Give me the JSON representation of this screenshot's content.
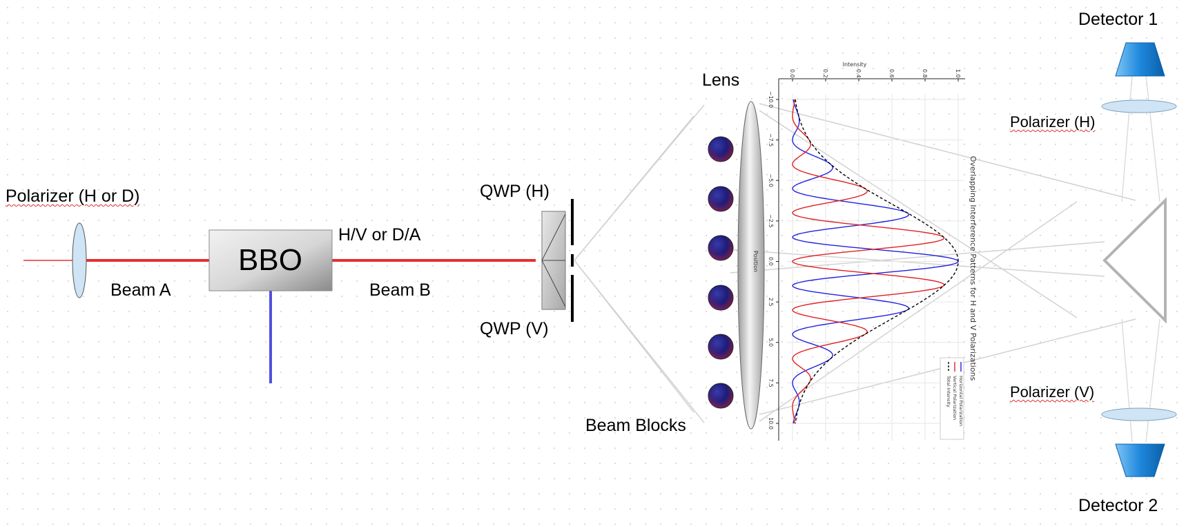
{
  "labels": {
    "polarizer_hd": "Polarizer (H or D)",
    "beam_a": "Beam A",
    "bbo": "BBO",
    "hv_da": "H/V or D/A",
    "beam_b": "Beam B",
    "qwp_h": "QWP (H)",
    "qwp_v": "QWP (V)",
    "lens": "Lens",
    "beam_blocks": "Beam Blocks",
    "detector_1": "Detector 1",
    "detector_2": "Detector 2",
    "polarizer_h": "Polarizer (H)",
    "polarizer_v": "Polarizer (V)"
  },
  "colors": {
    "beam_red": "#e53030",
    "beam_blue": "#5050e0",
    "optic_fill": "#cfe4f4",
    "detector": "#1e7fd2",
    "prism_gray": "#b3b3b3",
    "ray_gray": "#d0d0d0"
  },
  "chart_data": {
    "type": "line",
    "title": "Overlapping Interference Patterns for H and V Polarizations",
    "xlabel": "Position",
    "ylabel": "Intensity",
    "x_range": [
      -10,
      10
    ],
    "y_range": [
      0,
      1
    ],
    "x_ticks": [
      "−10.0",
      "−7.5",
      "−5.0",
      "−2.5",
      "0.0",
      "2.5",
      "5.0",
      "7.5",
      "10.0"
    ],
    "y_ticks": [
      "0.0",
      "0.2",
      "0.4",
      "0.6",
      "0.8",
      "1.0"
    ],
    "grid": true,
    "legend_position": "bottom-right",
    "envelope": {
      "amplitude": 1.0,
      "center": 0.0,
      "sigma": 3.5
    },
    "fringe_period": 3.0,
    "series": [
      {
        "name": "Horizontal Polarization",
        "color": "#2020e0",
        "style": "solid",
        "formula": "exp(-x^2/(2*3.5^2)) * cos^2(pi*x/3)"
      },
      {
        "name": "Vertical Polarization",
        "color": "#e02020",
        "style": "solid",
        "formula": "exp(-x^2/(2*3.5^2)) * sin^2(pi*x/3)"
      },
      {
        "name": "Total Intensity",
        "color": "#000000",
        "style": "dashed",
        "formula": "exp(-x^2/(2*3.5^2))"
      }
    ]
  }
}
